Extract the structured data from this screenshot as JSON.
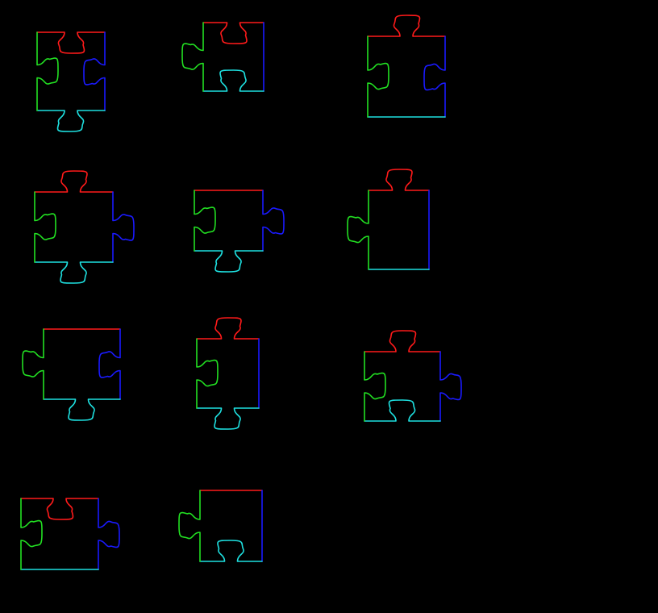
{
  "edge_colors": {
    "top": "#ff1a1a",
    "right": "#1a1aff",
    "bottom": "#1ee0e0",
    "left": "#22e022"
  },
  "pieces": [
    {
      "id": "piece-1",
      "row": 1,
      "col": 1,
      "top": "in",
      "right": "in",
      "bottom": "out",
      "left": "in"
    },
    {
      "id": "piece-2",
      "row": 1,
      "col": 2,
      "top": "in",
      "right": "flat",
      "bottom": "in",
      "left": "out"
    },
    {
      "id": "piece-3",
      "row": 1,
      "col": 3,
      "top": "out",
      "right": "in",
      "bottom": "flat",
      "left": "in"
    },
    {
      "id": "piece-4",
      "row": 2,
      "col": 1,
      "top": "out",
      "right": "out",
      "bottom": "out",
      "left": "in"
    },
    {
      "id": "piece-5",
      "row": 2,
      "col": 2,
      "top": "flat",
      "right": "out",
      "bottom": "out",
      "left": "in"
    },
    {
      "id": "piece-6",
      "row": 2,
      "col": 3,
      "top": "out",
      "right": "flat",
      "bottom": "flat",
      "left": "out"
    },
    {
      "id": "piece-7",
      "row": 3,
      "col": 1,
      "top": "flat",
      "right": "in",
      "bottom": "out",
      "left": "out"
    },
    {
      "id": "piece-8",
      "row": 3,
      "col": 2,
      "top": "out",
      "right": "flat",
      "bottom": "out",
      "left": "in"
    },
    {
      "id": "piece-9",
      "row": 3,
      "col": 3,
      "top": "out",
      "right": "out",
      "bottom": "in",
      "left": "in"
    },
    {
      "id": "piece-10",
      "row": 4,
      "col": 1,
      "top": "in",
      "right": "out",
      "bottom": "flat",
      "left": "in"
    },
    {
      "id": "piece-11",
      "row": 4,
      "col": 2,
      "top": "flat",
      "right": "flat",
      "bottom": "in",
      "left": "out"
    }
  ]
}
